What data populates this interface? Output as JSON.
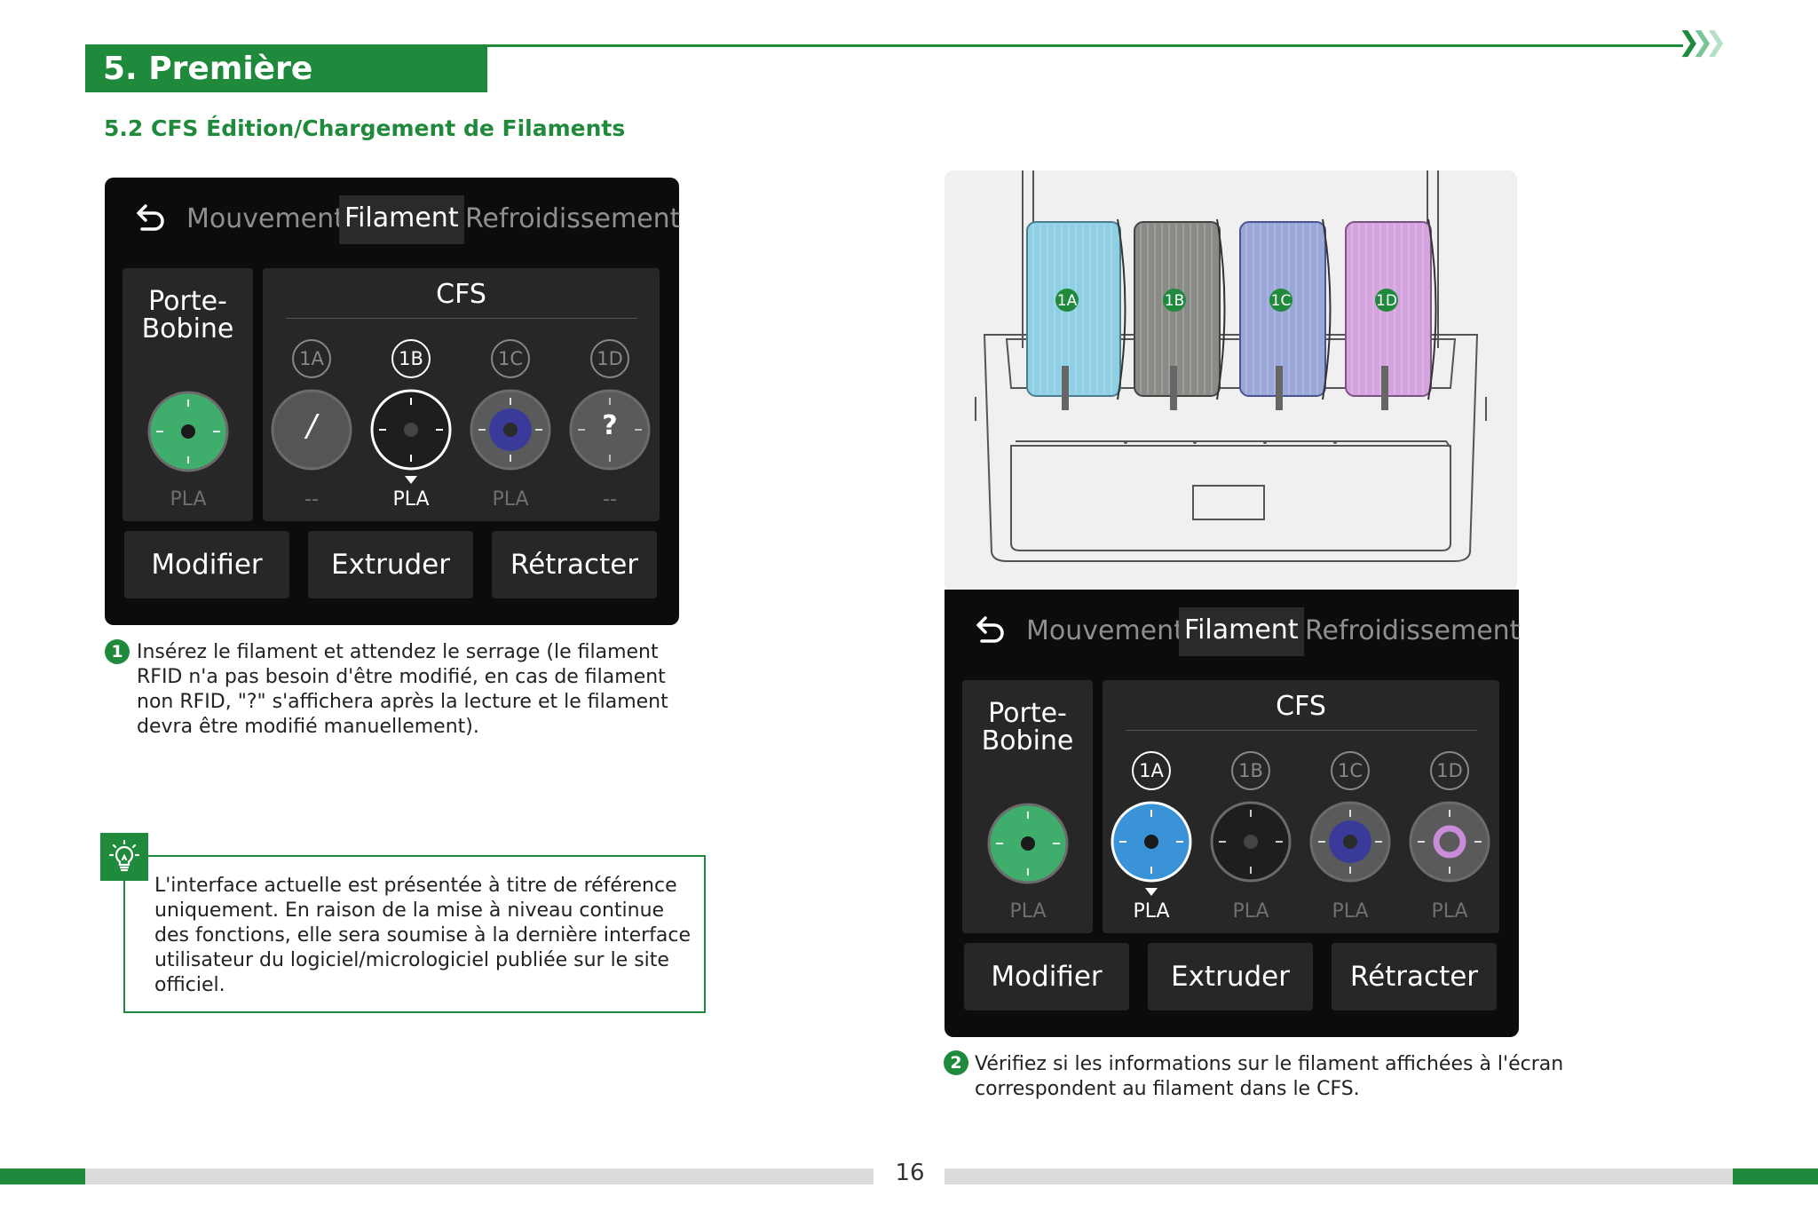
{
  "header": {
    "title": "5. Première Impression",
    "subtitle": "5.2 CFS Édition/Chargement de Filaments"
  },
  "colors": {
    "brand_green": "#1f8a3c",
    "screen_bg": "#0c0c0c",
    "panel_bg": "#272727"
  },
  "screen1": {
    "tabs": [
      "Mouvement",
      "Filament",
      "Refroidissement"
    ],
    "active_tab": "Filament",
    "spool_holder": {
      "label": "Porte-\nBobine",
      "material": "PLA",
      "color": "#3fae6c"
    },
    "cfs_title": "CFS",
    "slots": [
      {
        "id": "1A",
        "material": "--",
        "symbol": "/",
        "active": false
      },
      {
        "id": "1B",
        "material": "PLA",
        "symbol": "",
        "active": true
      },
      {
        "id": "1C",
        "material": "PLA",
        "symbol": "",
        "active": false
      },
      {
        "id": "1D",
        "material": "--",
        "symbol": "?",
        "active": false
      }
    ],
    "buttons": [
      "Modifier",
      "Extruder",
      "Rétracter"
    ]
  },
  "screen2": {
    "tabs": [
      "Mouvement",
      "Filament",
      "Refroidissement"
    ],
    "active_tab": "Filament",
    "spool_holder": {
      "label": "Porte-\nBobine",
      "material": "PLA",
      "color": "#3fae6c"
    },
    "cfs_title": "CFS",
    "slots": [
      {
        "id": "1A",
        "material": "PLA",
        "active": true
      },
      {
        "id": "1B",
        "material": "PLA",
        "active": false
      },
      {
        "id": "1C",
        "material": "PLA",
        "active": false
      },
      {
        "id": "1D",
        "material": "PLA",
        "active": false
      }
    ],
    "buttons": [
      "Modifier",
      "Extruder",
      "Rétracter"
    ]
  },
  "illustration": {
    "slot_labels": [
      "1A",
      "1B",
      "1C",
      "1D"
    ]
  },
  "step1": {
    "number": "1",
    "text": "Insérez le filament et attendez le serrage (le filament RFID n'a pas besoin d'être modifié, en cas de filament non RFID, \"?\" s'affichera après la lecture et le filament devra être modifié manuellement)."
  },
  "tip": {
    "text": "L'interface actuelle est présentée à titre de référence uniquement. En raison de la mise à niveau continue des fonctions, elle sera soumise à la dernière interface utilisateur du logiciel/micrologiciel publiée sur le site officiel."
  },
  "step2": {
    "number": "2",
    "text": "Vérifiez si les informations sur le filament affichées à l'écran correspondent au filament dans le CFS."
  },
  "footer": {
    "page_number": "16"
  }
}
